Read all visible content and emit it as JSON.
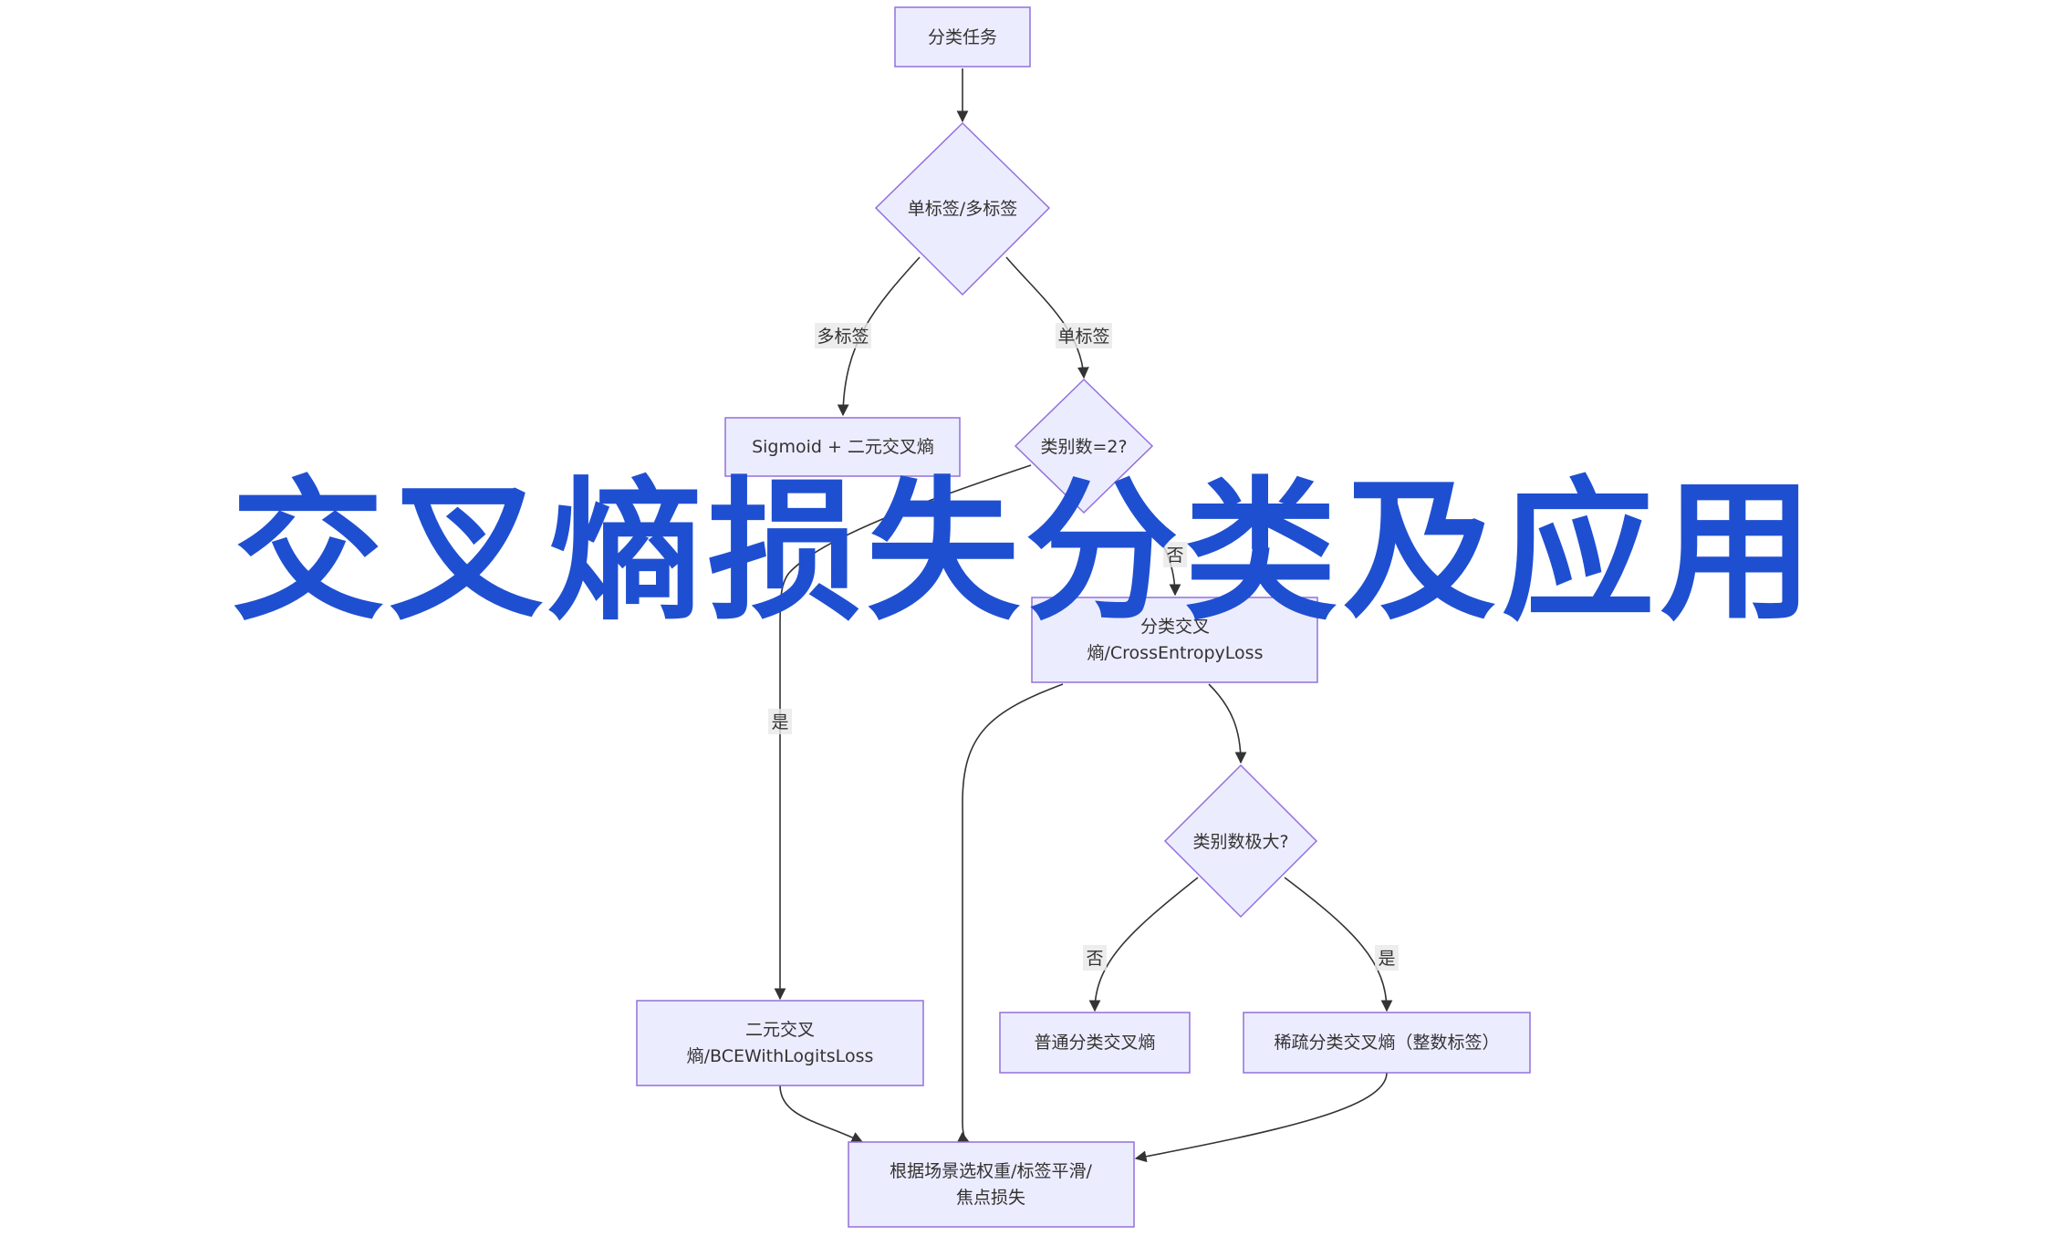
{
  "diagram": {
    "nodes": {
      "task": "分类任务",
      "label_type": "单标签/多标签",
      "sigmoid_bce": "Sigmoid + 二元交叉熵",
      "class_count_2": "类别数=2?",
      "categorical_ce_line1": "分类交叉",
      "categorical_ce_line2": "熵/CrossEntropyLoss",
      "class_count_large": "类别数极大?",
      "binary_ce_line1": "二元交叉",
      "binary_ce_line2": "熵/BCEWithLogitsLoss",
      "normal_ce": "普通分类交叉熵",
      "sparse_ce": "稀疏分类交叉熵（整数标签）",
      "final_line1": "根据场景选权重/标签平滑/",
      "final_line2": "焦点损失"
    },
    "edge_labels": {
      "multi_label": "多标签",
      "single_label": "单标签",
      "no_1": "否",
      "yes_1": "是",
      "no_2": "否",
      "yes_2": "是"
    }
  },
  "overlay": {
    "title": "交叉熵损失分类及应用"
  },
  "colors": {
    "node_fill": "#ECECFF",
    "node_stroke": "#9370DB",
    "edge": "#333333",
    "title": "#1F4FD1"
  }
}
